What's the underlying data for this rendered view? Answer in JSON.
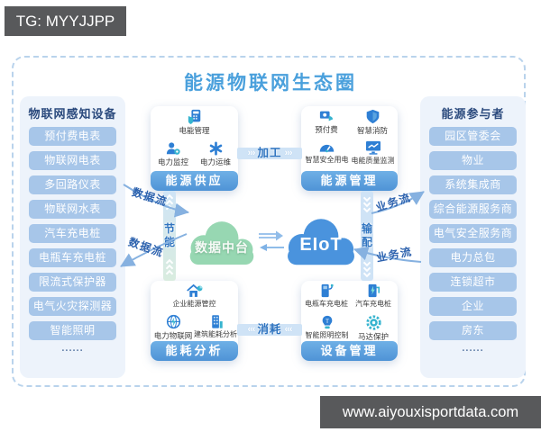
{
  "overlays": {
    "top_left_badge": "TG: MYYJJPP",
    "bottom_right_badge": "www.aiyouxisportdata.com"
  },
  "diagram": {
    "title": "能源物联网生态圈",
    "left_panel": {
      "title": "物联网感知设备",
      "items": [
        "预付费电表",
        "物联网电表",
        "多回路仪表",
        "物联网水表",
        "汽车充电桩",
        "电瓶车充电桩",
        "限流式保护器",
        "电气火灾探测器",
        "智能照明"
      ],
      "more": "......"
    },
    "right_panel": {
      "title": "能源参与者",
      "items": [
        "园区管委会",
        "物业",
        "系统集成商",
        "综合能源服务商",
        "电气安全服务商",
        "电力总包",
        "连锁超市",
        "企业",
        "房东"
      ],
      "more": "......"
    },
    "boxes": {
      "supply": {
        "title": "能源供应",
        "features": [
          {
            "icon": "energy-meter-icon",
            "label": "电能管理"
          },
          {
            "icon": "power-monitor-worker-icon",
            "label": "电力监控"
          },
          {
            "icon": "ops-asterisk-icon",
            "label": "电力运维"
          }
        ]
      },
      "management": {
        "title": "能源管理",
        "features": [
          {
            "icon": "prepaid-wallet-icon",
            "label": "预付费"
          },
          {
            "icon": "fire-shield-icon",
            "label": "智慧消防"
          },
          {
            "icon": "safety-gauge-icon",
            "label": "智慧安全用电"
          },
          {
            "icon": "quality-monitor-icon",
            "label": "电能质量监测"
          }
        ]
      },
      "analysis": {
        "title": "能耗分析",
        "features": [
          {
            "icon": "enterprise-house-icon",
            "label": "企业能源管控"
          },
          {
            "icon": "power-iot-globe-icon",
            "label": "电力物联网"
          },
          {
            "icon": "building-analysis-icon",
            "label": "建筑能耗分析"
          }
        ]
      },
      "device": {
        "title": "设备管理",
        "features": [
          {
            "icon": "ebike-charger-icon",
            "label": "电瓶车充电桩"
          },
          {
            "icon": "car-charger-icon",
            "label": "汽车充电桩"
          },
          {
            "icon": "smart-bulb-icon",
            "label": "智能照明控制"
          },
          {
            "icon": "motor-gear-icon",
            "label": "马达保护"
          }
        ]
      }
    },
    "clouds": {
      "data_platform": "数据中台",
      "eiot": "EIoT"
    },
    "flow_labels": {
      "process": "加工",
      "consume": "消耗",
      "saving": "节能",
      "transmit": "输配",
      "data_flow": "数据流",
      "business_flow": "业务流",
      "chevrons_right": "›››",
      "chevrons_left": "‹‹‹"
    }
  },
  "colors": {
    "accent_blue": "#4aa0dc",
    "panel_bg": "#edf3fb",
    "panel_item": "#a7c6e9",
    "panel_header_text": "#2b4a7d",
    "box_title_bar": "#5d9fdb",
    "band": "#cfe3f6",
    "band_label": "#2f74c0",
    "cloud_green": "#97d7b2",
    "cloud_blue": "#4a93dd",
    "arrow": "#86b1e0",
    "badge_bg": "#58595b"
  }
}
